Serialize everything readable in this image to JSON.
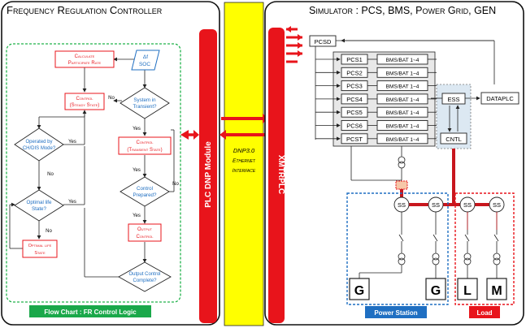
{
  "panels": {
    "left_title": "Frequency Regulation Controller",
    "right_title": "Simulator : PCS, BMS, Power Grid, GEN"
  },
  "flowchart": {
    "calc_rate": [
      "Calculate",
      "Participate Rate"
    ],
    "input": [
      "Δf",
      "SOC"
    ],
    "control_steady": [
      "Control",
      "(Steady State)"
    ],
    "in_transient": [
      "System in",
      "Transient?"
    ],
    "operated_mode": [
      "Operated by",
      "CH/DIS Mode?"
    ],
    "control_transient": [
      "Control",
      "(Transient State)"
    ],
    "control_prepared": [
      "Control",
      "Prepared?"
    ],
    "optimal_life_q": [
      "Optimal life",
      "State?"
    ],
    "output_control": [
      "Output",
      "Control"
    ],
    "optimal_life_state": [
      "Optimal life",
      "State"
    ],
    "output_complete": [
      "Output Control",
      "Complete?"
    ],
    "yes": "Yes",
    "no": "No",
    "caption": "Flow Chart : FR Control Logic"
  },
  "modules": {
    "plc_dnp": "PLC DNP Module",
    "dnp_interface": [
      "DNP3.0",
      "Ethernet",
      "Interface"
    ],
    "xmtrplc": "XMTRPLC"
  },
  "simulator": {
    "pcsd": "PCSD",
    "pcs_units": [
      "PCS1",
      "PCS2",
      "PCS3",
      "PCS4",
      "PCS5",
      "PCS6",
      "PCST"
    ],
    "bms_label": "BMS/BAT 1~4",
    "ess": "ESS",
    "cntl": "CNTL",
    "dataplc": "DATAPLC",
    "ss": "SS",
    "generators": [
      "G",
      "G"
    ],
    "loads": [
      "L",
      "M"
    ],
    "power_station": "Power Station",
    "load": "Load"
  },
  "colors": {
    "green_dashed": "#21b24b",
    "red": "#e8141b",
    "yellow": "#ffff00",
    "blue_dashed": "#1f6fc2",
    "caption_green": "#1aa84a",
    "power_station_blue": "#1f6fc2",
    "load_red": "#e8141b"
  }
}
